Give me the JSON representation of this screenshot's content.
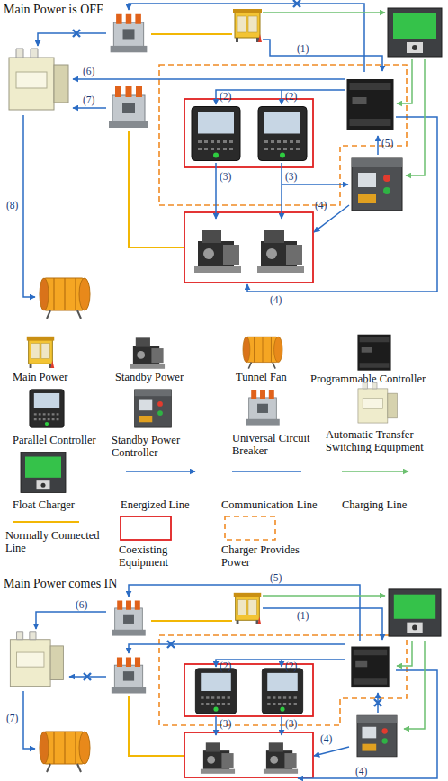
{
  "diagram": {
    "labels": [
      "Main Power is OFF",
      "(1)",
      "(6)",
      "(2)",
      "(2)",
      "(7)",
      "(5)",
      "(3)",
      "(3)",
      "(8)",
      "(4)",
      "(4)",
      "Main Power comes IN",
      "(5)",
      "(6)",
      "(1)",
      "(2)",
      "(2)",
      "(3)",
      "(3)",
      "(7)",
      "(4)",
      "(4)"
    ],
    "legend": [
      {
        "text": "Main Power"
      },
      {
        "text": "Standby Power"
      },
      {
        "text": "Tunnel Fan"
      },
      {
        "text": "Programmable Controller"
      },
      {
        "text": "Parallel Controller"
      },
      {
        "text": "Standby Power Controller"
      },
      {
        "text": "Universal Circuit Breaker"
      },
      {
        "text": "Automatic Transfer Switching Equipment"
      },
      {
        "text": "Float Charger"
      },
      {
        "text": "Energized Line"
      },
      {
        "text": "Communication Line"
      },
      {
        "text": "Charging Line"
      },
      {
        "text": "Normally Connected Line"
      },
      {
        "text": "Coexisting Equipment"
      },
      {
        "text": "Charger Provides Power"
      }
    ]
  }
}
